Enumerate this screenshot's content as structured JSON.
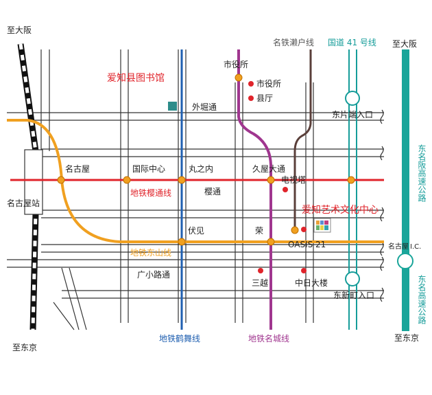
{
  "directions": {
    "to_osaka_left": "至大阪",
    "to_osaka_right": "至大阪",
    "to_tokyo_left": "至东京",
    "to_tokyo_right": "至东京"
  },
  "stations": {
    "nagoya_station": "名古屋站",
    "nagoya": "名古屋",
    "kokusai_center": "国际中心",
    "marunouchi": "丸之内",
    "hisaya_odori": "久屋大通",
    "shiyakusho": "市役所",
    "fushimi": "伏见",
    "sakae": "荣",
    "oasis21": "OASIS 21"
  },
  "landmarks": {
    "aichi_library": "爱知县图书馆",
    "city_hall": "市役所",
    "prefecture_office": "县厅",
    "tv_tower": "电视塔",
    "aichi_arts_center": "爱知艺术文化中心",
    "mitsukoshi": "三越",
    "chunichi_building": "中日大楼"
  },
  "streets": {
    "sotobori": "外堀通",
    "sakura": "樱通",
    "hirokoji": "广小路通"
  },
  "lines": {
    "sakuradori_line": "地铁樱通线",
    "higashiyama_line": "地铁东山线",
    "tsurumai_line": "地铁鹤舞线",
    "meijo_line": "地铁名城线",
    "meitetsu_seto_line": "名铁濑户线",
    "route41": "国道 41 号线"
  },
  "expressway": {
    "name_top": "东名阪高速公路",
    "name_bottom": "东名高速公路",
    "higashikataha_exit": "东片端入口",
    "shinmei_exit": "东新町入口",
    "nagoya_ic_label": "名古屋",
    "ic_suffix": "I.C."
  },
  "colors": {
    "sakuradori": "#e0242b",
    "higashiyama": "#f0a020",
    "tsurumai": "#1f5fb0",
    "meijo": "#a0368f",
    "seto": "#5a3f3a",
    "route41": "#159c99",
    "expressway": "#1aa59a",
    "road_stroke": "#333333",
    "station_fill": "#f0a020",
    "landmark_dot": "#e0242b"
  }
}
